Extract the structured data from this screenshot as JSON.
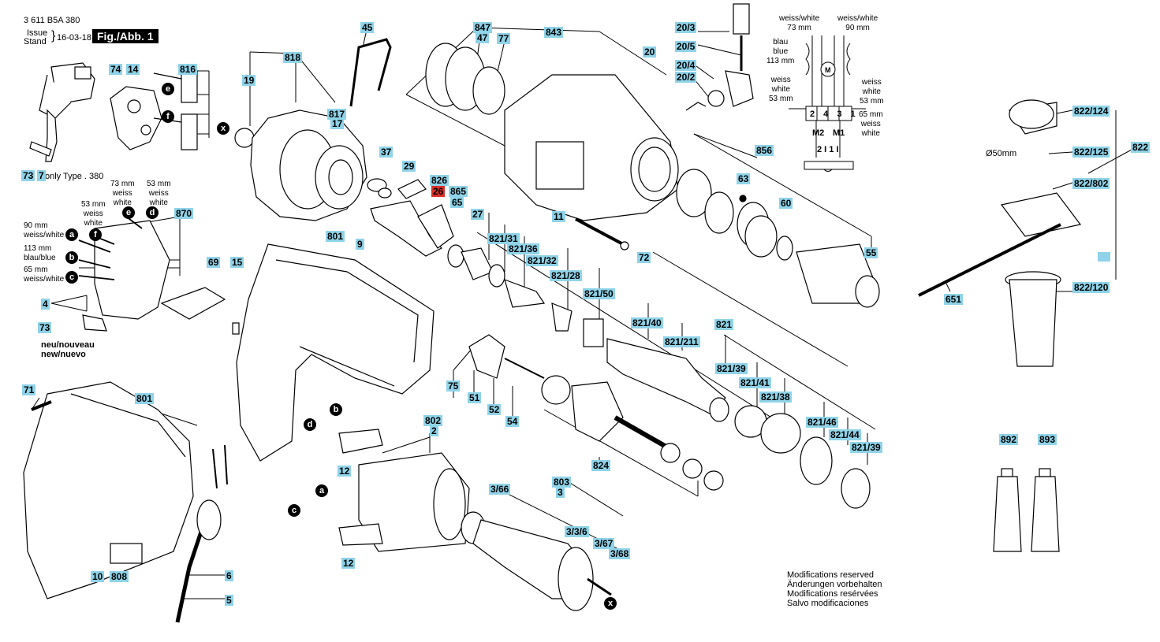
{
  "header": {
    "doc_no": "3 611 B5A 380",
    "issue": "Issue",
    "stand": "Stand",
    "date": "16-03-18",
    "figure": "Fig./Abb. 1"
  },
  "notes": {
    "only_type": "only Type . 380",
    "neu_line1": "neu/nouveau",
    "neu_line2": "new/nuevo",
    "modifications": [
      "Modifications reserved",
      "Änderungen vorbehalten",
      "Modifications resérvées",
      "Salvo modificaciones"
    ]
  },
  "wire_notes": {
    "w73": [
      "73 mm",
      "weiss",
      "white"
    ],
    "w53a": [
      "53 mm",
      "weiss",
      "white"
    ],
    "w53b": [
      "53 mm",
      "weiss",
      "white"
    ],
    "w90": [
      "90 mm",
      "weiss/white"
    ],
    "w113": [
      "113 mm",
      "blau/blue"
    ],
    "w65": [
      "65 mm",
      "weiss/white"
    ]
  },
  "schematic": {
    "top_left": [
      "weiss/white",
      "73 mm"
    ],
    "top_right": [
      "weiss/white",
      "90 mm"
    ],
    "left_blue": [
      "blau",
      "blue",
      "113 mm"
    ],
    "left_white": [
      "weiss",
      "white",
      "53 mm"
    ],
    "right_white": [
      "weiss",
      "white",
      "53 mm"
    ],
    "right_65": [
      "65 mm",
      "weiss",
      "white"
    ],
    "terminals": "2 4 3 1",
    "m2": "M2",
    "m1": "M1",
    "lower_terms": "2 I 1 I",
    "motor": "M",
    "diameter": "Ø50mm"
  },
  "markers": {
    "a": "a",
    "b": "b",
    "c": "c",
    "d": "d",
    "e": "e",
    "f": "f",
    "x": "x"
  },
  "labels": [
    {
      "id": "45",
      "t": "45"
    },
    {
      "id": "847",
      "t": "847"
    },
    {
      "id": "47",
      "t": "47"
    },
    {
      "id": "77",
      "t": "77"
    },
    {
      "id": "843",
      "t": "843"
    },
    {
      "id": "203",
      "t": "20/3"
    },
    {
      "id": "205",
      "t": "20/5"
    },
    {
      "id": "20",
      "t": "20"
    },
    {
      "id": "204",
      "t": "20/4"
    },
    {
      "id": "202",
      "t": "20/2"
    },
    {
      "id": "74",
      "t": "74"
    },
    {
      "id": "14",
      "t": "14"
    },
    {
      "id": "816",
      "t": "816"
    },
    {
      "id": "818",
      "t": "818"
    },
    {
      "id": "19",
      "t": "19"
    },
    {
      "id": "817",
      "t": "817"
    },
    {
      "id": "17",
      "t": "17"
    },
    {
      "id": "73a",
      "t": "73"
    },
    {
      "id": "7",
      "t": "7"
    },
    {
      "id": "37",
      "t": "37"
    },
    {
      "id": "29",
      "t": "29"
    },
    {
      "id": "826",
      "t": "826"
    },
    {
      "id": "26",
      "t": "26"
    },
    {
      "id": "865",
      "t": "865"
    },
    {
      "id": "65",
      "t": "65"
    },
    {
      "id": "27",
      "t": "27"
    },
    {
      "id": "11",
      "t": "11"
    },
    {
      "id": "856",
      "t": "856"
    },
    {
      "id": "63",
      "t": "63"
    },
    {
      "id": "60",
      "t": "60"
    },
    {
      "id": "72",
      "t": "72"
    },
    {
      "id": "55",
      "t": "55"
    },
    {
      "id": "870",
      "t": "870"
    },
    {
      "id": "801a",
      "t": "801"
    },
    {
      "id": "9",
      "t": "9"
    },
    {
      "id": "69",
      "t": "69"
    },
    {
      "id": "15",
      "t": "15"
    },
    {
      "id": "4",
      "t": "4"
    },
    {
      "id": "73b",
      "t": "73"
    },
    {
      "id": "82131",
      "t": "821/31"
    },
    {
      "id": "82136",
      "t": "821/36"
    },
    {
      "id": "82132",
      "t": "821/32"
    },
    {
      "id": "82128",
      "t": "821/28"
    },
    {
      "id": "82150",
      "t": "821/50"
    },
    {
      "id": "82140",
      "t": "821/40"
    },
    {
      "id": "821211",
      "t": "821/211"
    },
    {
      "id": "821",
      "t": "821"
    },
    {
      "id": "82139a",
      "t": "821/39"
    },
    {
      "id": "82141",
      "t": "821/41"
    },
    {
      "id": "82138",
      "t": "821/38"
    },
    {
      "id": "82146",
      "t": "821/46"
    },
    {
      "id": "82144",
      "t": "821/44"
    },
    {
      "id": "82139b",
      "t": "821/39"
    },
    {
      "id": "75",
      "t": "75"
    },
    {
      "id": "51",
      "t": "51"
    },
    {
      "id": "52",
      "t": "52"
    },
    {
      "id": "54",
      "t": "54"
    },
    {
      "id": "71",
      "t": "71"
    },
    {
      "id": "801b",
      "t": "801"
    },
    {
      "id": "802",
      "t": "802"
    },
    {
      "id": "2",
      "t": "2"
    },
    {
      "id": "12a",
      "t": "12"
    },
    {
      "id": "824",
      "t": "824"
    },
    {
      "id": "366",
      "t": "3/66"
    },
    {
      "id": "803",
      "t": "803"
    },
    {
      "id": "3",
      "t": "3"
    },
    {
      "id": "336",
      "t": "3/3/6"
    },
    {
      "id": "367",
      "t": "3/67"
    },
    {
      "id": "368",
      "t": "3/68"
    },
    {
      "id": "12b",
      "t": "12"
    },
    {
      "id": "10",
      "t": "10"
    },
    {
      "id": "808",
      "t": "808"
    },
    {
      "id": "6",
      "t": "6"
    },
    {
      "id": "5",
      "t": "5"
    },
    {
      "id": "822124",
      "t": "822/124"
    },
    {
      "id": "822125",
      "t": "822/125"
    },
    {
      "id": "822",
      "t": "822"
    },
    {
      "id": "822802",
      "t": "822/802"
    },
    {
      "id": "822120",
      "t": "822/120"
    },
    {
      "id": "651",
      "t": "651"
    },
    {
      "id": "892",
      "t": "892"
    },
    {
      "id": "893",
      "t": "893"
    },
    {
      "id": "blank",
      "t": ""
    }
  ]
}
